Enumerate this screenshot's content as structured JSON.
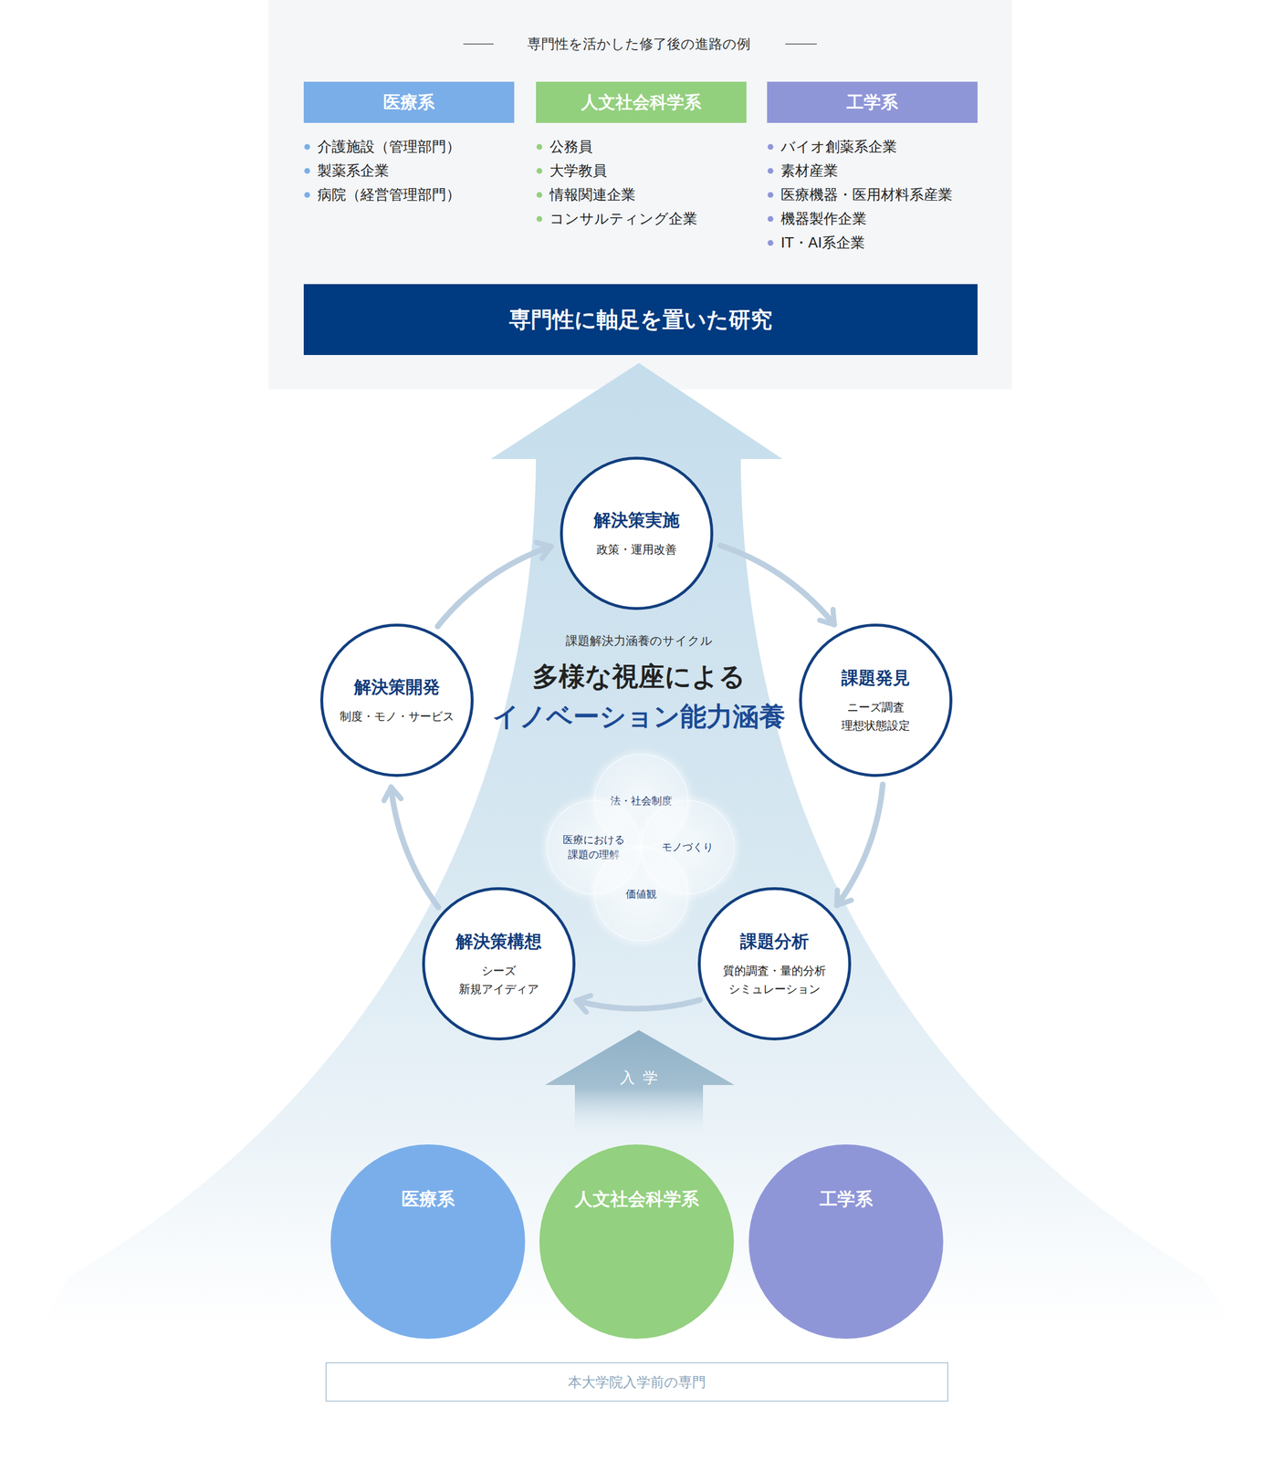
{
  "diagram": {
    "title": "専門性を活かした修了後の進路の例",
    "nodes": [
      {
        "text": [
          "医療系",
          "介護施設（管理部門）",
          "製薬系企業",
          "病院（経営管理部門）"
        ]
      },
      {
        "text": [
          "人文社会科学系",
          "公務員",
          "大学教員",
          "情報関連企業",
          "コンサルティング企業"
        ]
      },
      {
        "text": [
          "工学系",
          "バイオ創薬系企業",
          "素材産業",
          "医療機器・医用材料系産業",
          "機器製作企業",
          "IT・AI系企業"
        ]
      },
      {
        "text": [
          "専門性に軸足を置いた研究"
        ]
      },
      {
        "text": [
          "解決策実施",
          "政策・運用改善"
        ]
      },
      {
        "text": [
          "解決策開発",
          "制度・モノ・サービス"
        ]
      },
      {
        "text": [
          "課題発見",
          "ニーズ調査 理想状態設定"
        ]
      },
      {
        "text": [
          "法・社会制度"
        ]
      },
      {
        "text": [
          "医療における 課題の理解"
        ]
      },
      {
        "text": [
          "モノづくり"
        ]
      },
      {
        "text": [
          "価値観"
        ]
      },
      {
        "text": [
          "解決策構想",
          "シーズ 新規アイディア"
        ]
      },
      {
        "text": [
          "課題分析",
          "質的調査・量的分析 シミュレーション"
        ]
      },
      {
        "text": [
          "医療系"
        ]
      },
      {
        "text": [
          "人文社会科学系"
        ]
      },
      {
        "text": [
          "工学系"
        ]
      },
      {
        "text": [
          "本大学院入学前の専門"
        ]
      }
    ],
    "edges": [
      {
        "from": 4,
        "to": 6,
        "arrow": "to"
      },
      {
        "from": 6,
        "to": 12,
        "arrow": "to"
      },
      {
        "from": 12,
        "to": 11,
        "arrow": "to"
      },
      {
        "from": 11,
        "to": 5,
        "arrow": "to"
      },
      {
        "from": 5,
        "to": 4,
        "arrow": "to"
      }
    ],
    "labels": [
      "課題解決力涵養のサイクル",
      "多様な視座による",
      "イノベーション能力涵養",
      "入学"
    ]
  }
}
